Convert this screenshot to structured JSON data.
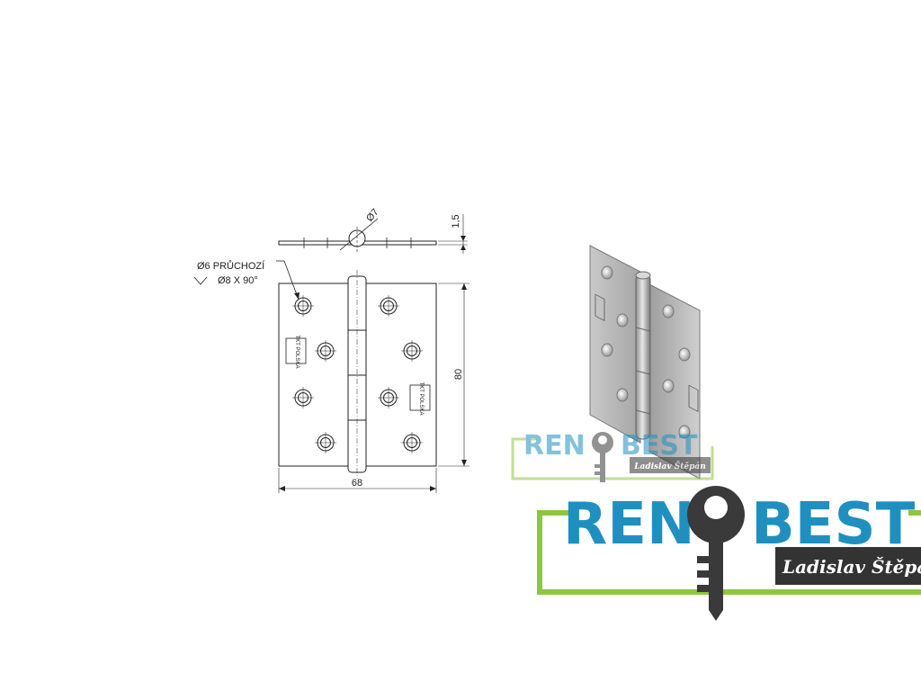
{
  "drawing": {
    "hole_label": "Ø6 PRŮCHOZÍ",
    "countersink_label": "Ø8 X 90°",
    "pin_label": "Ø7",
    "thickness_label": "1,5",
    "height_label": "80",
    "width_label": "68",
    "stamp_text": "TKT POLSKA"
  },
  "logo": {
    "text_left": "REN",
    "text_right": "BEST",
    "owner": "Ladislav Štěpán",
    "colors": {
      "text": "#1f8fc0",
      "frame": "#8dc63f",
      "key": "#3a3a3a",
      "badge": "#333333"
    }
  }
}
